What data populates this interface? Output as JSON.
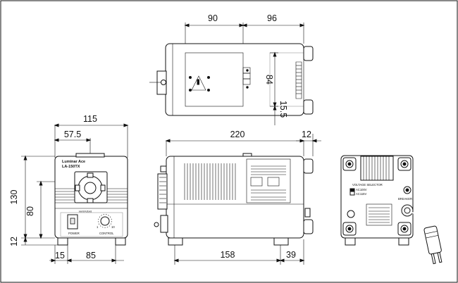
{
  "dimensions": {
    "top_left_width": "90",
    "top_right_width": "96",
    "top_height": "84",
    "top_bottom_gap": "15.5",
    "front_width": "115",
    "front_half_width": "57.5",
    "front_height": "130",
    "front_mid_height": "80",
    "front_foot_height": "12",
    "front_foot_left": "15",
    "front_foot_span": "85",
    "side_length": "220",
    "side_rear_extension": "12",
    "side_foot_span": "158",
    "side_rear_foot": "39"
  },
  "labels": {
    "product_name": "Luminar Ace",
    "model": "LA-150TX",
    "brand": "HAYASHI",
    "power": "POWER",
    "control": "CONTROL",
    "dial_min": "1",
    "dial_max": "10",
    "voltage_selector": "VOLTAGE SELECTOR",
    "volt_100": "AC100V",
    "volt_115": "AC115V",
    "breaker": "BREAKER"
  },
  "colors": {
    "line": "#111111",
    "background": "#ffffff"
  }
}
